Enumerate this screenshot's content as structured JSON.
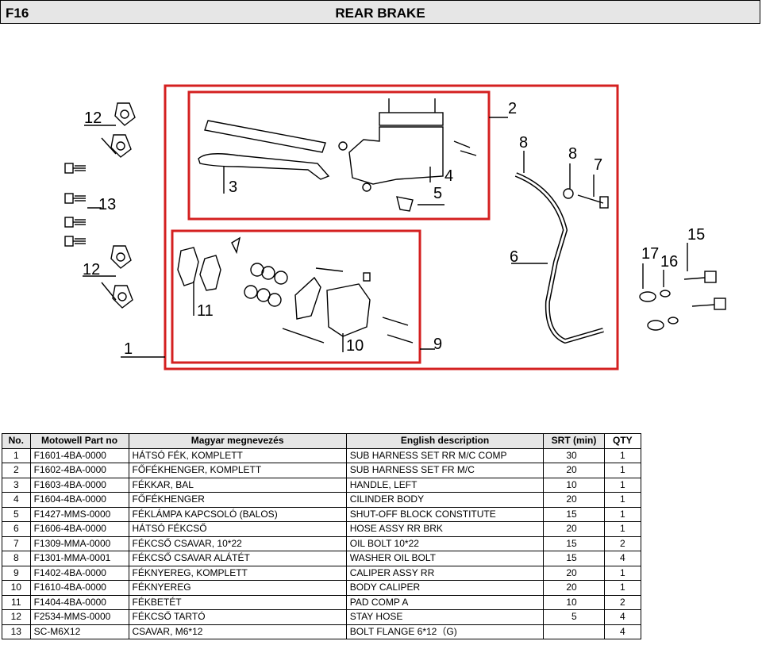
{
  "header": {
    "code": "F16",
    "title": "REAR BRAKE"
  },
  "diagram": {
    "callouts": [
      "12",
      "13",
      "12",
      "1",
      "3",
      "2",
      "4",
      "5",
      "8",
      "8",
      "7",
      "6",
      "11",
      "10",
      "9",
      "17",
      "16",
      "15"
    ]
  },
  "table": {
    "columns": [
      "No.",
      "Motowell Part no",
      "Magyar megnevezés",
      "English description",
      "SRT (min)",
      "QTY"
    ],
    "rows": [
      {
        "no": "1",
        "part": "F1601-4BA-0000",
        "hu": "HÁTSÓ FÉK, KOMPLETT",
        "en": "SUB HARNESS SET RR M/C COMP",
        "srt": "30",
        "qty": "1"
      },
      {
        "no": "2",
        "part": "F1602-4BA-0000",
        "hu": "FŐFÉKHENGER, KOMPLETT",
        "en": "SUB HARNESS SET FR M/C",
        "srt": "20",
        "qty": "1"
      },
      {
        "no": "3",
        "part": "F1603-4BA-0000",
        "hu": "FÉKKAR, BAL",
        "en": "HANDLE, LEFT",
        "srt": "10",
        "qty": "1"
      },
      {
        "no": "4",
        "part": "F1604-4BA-0000",
        "hu": "FŐFÉKHENGER",
        "en": "CILINDER BODY",
        "srt": "20",
        "qty": "1"
      },
      {
        "no": "5",
        "part": "F1427-MMS-0000",
        "hu": "FÉKLÁMPA KAPCSOLÓ (BALOS)",
        "en": "SHUT-OFF BLOCK CONSTITUTE",
        "srt": "15",
        "qty": "1"
      },
      {
        "no": "6",
        "part": "F1606-4BA-0000",
        "hu": "HÁTSÓ FÉKCSŐ",
        "en": "HOSE ASSY RR BRK",
        "srt": "20",
        "qty": "1"
      },
      {
        "no": "7",
        "part": "F1309-MMA-0000",
        "hu": "FÉKCSŐ CSAVAR, 10*22",
        "en": "OIL BOLT 10*22",
        "srt": "15",
        "qty": "2"
      },
      {
        "no": "8",
        "part": "F1301-MMA-0001",
        "hu": "FÉKCSŐ CSAVAR ALÁTÉT",
        "en": "WASHER OIL BOLT",
        "srt": "15",
        "qty": "4"
      },
      {
        "no": "9",
        "part": "F1402-4BA-0000",
        "hu": "FÉKNYEREG, KOMPLETT",
        "en": "CALIPER ASSY RR",
        "srt": "20",
        "qty": "1"
      },
      {
        "no": "10",
        "part": "F1610-4BA-0000",
        "hu": "FÉKNYEREG",
        "en": "BODY CALIPER",
        "srt": "20",
        "qty": "1"
      },
      {
        "no": "11",
        "part": "F1404-4BA-0000",
        "hu": "FÉKBETÉT",
        "en": "PAD COMP A",
        "srt": "10",
        "qty": "2"
      },
      {
        "no": "12",
        "part": "F2534-MMS-0000",
        "hu": "FÉKCSŐ TARTÓ",
        "en": "STAY HOSE",
        "srt": "5",
        "qty": "4"
      },
      {
        "no": "13",
        "part": "SC-M6X12",
        "hu": "CSAVAR, M6*12",
        "en": "BOLT FLANGE 6*12（G)",
        "srt": "",
        "qty": "4"
      }
    ]
  }
}
